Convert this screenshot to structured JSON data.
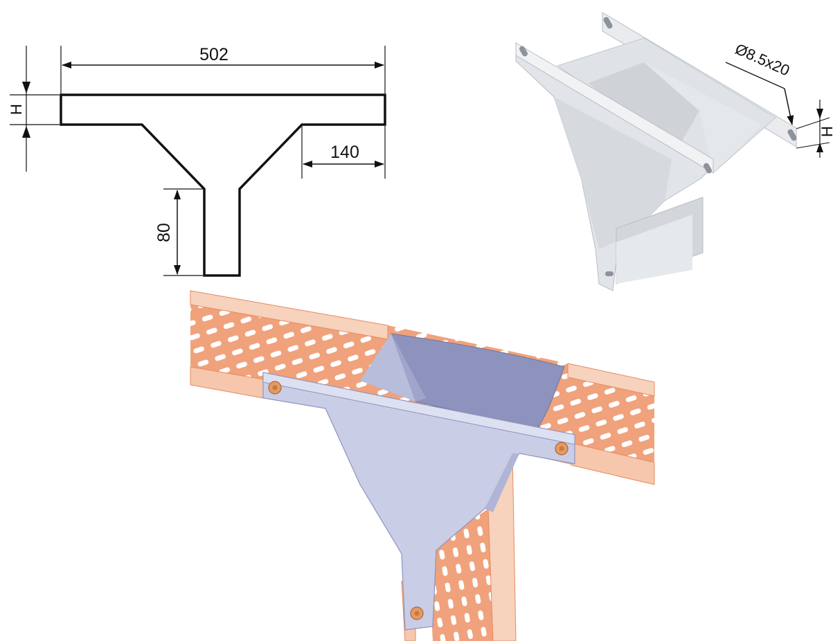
{
  "drawing": {
    "width_label": "502",
    "height_label": "H",
    "arm_label": "140",
    "branch_label": "80"
  },
  "render_3d": {
    "hole_label": "Ø8.5x20",
    "height_label": "H"
  },
  "colors": {
    "tray": "#f0a27c",
    "tray_light": "#f7d2bd",
    "tray_holes": "#ffffff",
    "plate": "#c9cde6",
    "plate_dark": "#8e93bd",
    "steel_light": "#eceef0",
    "steel_mid": "#d5d9dd",
    "bolt": "#e49a63"
  }
}
